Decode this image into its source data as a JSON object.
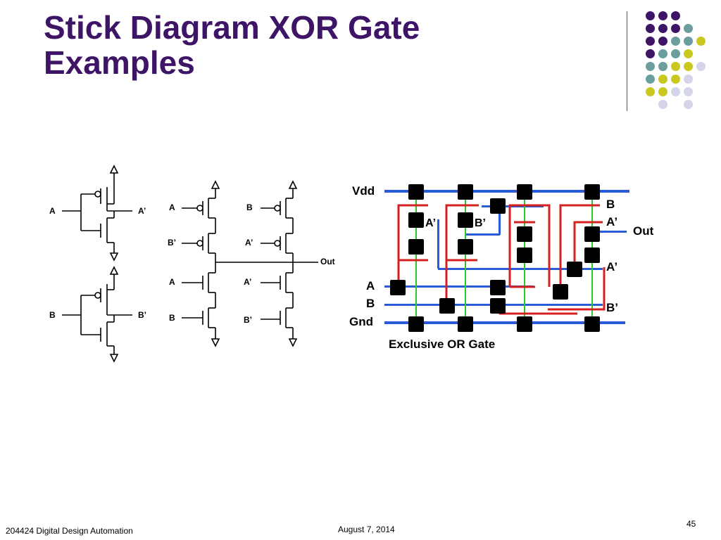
{
  "slide": {
    "title_line1": "Stick Diagram XOR Gate",
    "title_line2": "Examples",
    "footer_left": "204424 Digital Design Automation",
    "footer_date": "August 7, 2014",
    "page_number": "45"
  },
  "colors": {
    "title": "#3d1466",
    "dot_purple": "#3d1466",
    "dot_teal": "#6b9e9e",
    "dot_yellow": "#c8c81e",
    "dot_lavender": "#d4d4ea",
    "metal": "#2a5bd7",
    "poly": "#d42020",
    "diffusion": "#2fc52f",
    "contact": "#000000"
  },
  "inverters": {
    "top": {
      "input": "A",
      "output": "A’"
    },
    "bottom": {
      "input": "B",
      "output": "B’"
    }
  },
  "cmos_xor": {
    "pull_up_left": [
      "A",
      "B’"
    ],
    "pull_up_right": [
      "B",
      "A’"
    ],
    "pull_down_left": [
      "A",
      "B"
    ],
    "pull_down_right": [
      "A’",
      "B’"
    ],
    "output": "Out"
  },
  "stick_diagram": {
    "rails": {
      "vdd": "Vdd",
      "gnd": "Gnd"
    },
    "inputs": {
      "a": "A",
      "b": "B"
    },
    "inner_labels": {
      "a_bar": "A’",
      "b_bar": "B’"
    },
    "right_labels": {
      "b": "B",
      "a_bar_top": "A’",
      "out": "Out",
      "a_bar_mid": "A’",
      "b_bar": "B’"
    },
    "caption": "Exclusive OR Gate"
  }
}
